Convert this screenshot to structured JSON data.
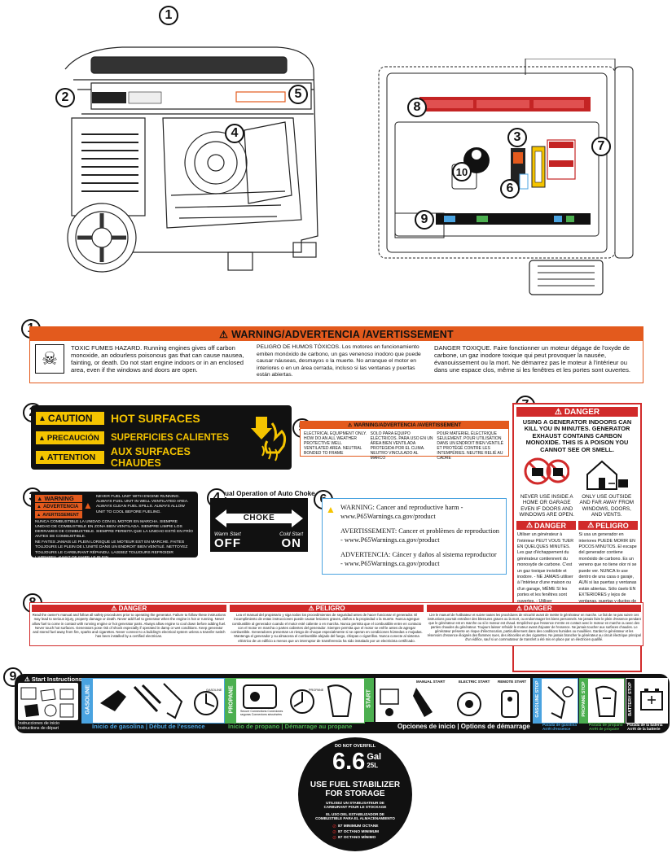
{
  "callouts": {
    "n1": "1",
    "n2": "2",
    "n3": "3",
    "n4": "4",
    "n5": "5",
    "n6": "6",
    "n7": "7",
    "n8": "8",
    "n9": "9",
    "n10": "10"
  },
  "label1": {
    "header": "WARNING/ADVERTENCIA /AVERTISSEMENT",
    "en": "TOXIC FUMES HAZARD. Running engines gives off carbon monoxide, an odourless poisonous gas that can cause nausea, fainting, or death. Do not start engine indoors or in an enclosed area, even if the windows and doors are open.",
    "es": "PELIGRO DE HUMOS TÓXICOS. Los motores en funcionamiento emiten monóxido de carbono, un gas venenoso inodoro que puede causar náuseas, desmayos o la muerte. No arranque el motor en interiores o en un área cerrada, incluso si las ventanas y puertas están abiertas.",
    "fr": "DANGER TOXIQUE. Faire fonctionner un moteur dégage de l'oxyde de carbone, un gaz inodore toxique qui peut provoquer la nausée, évanouissement ou la mort. Ne démarrez pas le moteur à l'intérieur ou dans une espace clos, même si les fenêtres et les portes sont ouvertes."
  },
  "label2": {
    "rows": [
      {
        "tag": "CAUTION",
        "text": "HOT SURFACES"
      },
      {
        "tag": "PRECAUCIÓN",
        "text": "SUPERFICIES CALIENTES"
      },
      {
        "tag": "ATTENTION",
        "text": "AUX SURFACES CHAUDES"
      }
    ]
  },
  "label5": {
    "header": "WARNING/ADVERTENCIA /AVERTISSEMENT",
    "col1": "ELECTRICAL EQUIPMENT ONLY. HOW DO AN ALL WEATHER PROTECTIVE WELL VENTILATED AREA. NEUTRAL BONDED TO FRAME",
    "col2": "SOLO PARA EQUIPO ELÉCTRICOS. PARA USO EN UN ÁREA BIEN VENTILADA PROTEGIDA POR EL CLIMA. NEUTRO VINCULADO AL MARCO",
    "col3": "POUR MATERIEL ÉLECTRIQUE SEULEMENT. POUR UTILISATION DANS UN ENDROIT BIEN VENTILÉ ET PROTÉGÉ CONTRE LES INTEMPÉRIES. NEUTRE RELIÉ AU CADRE"
  },
  "label3": {
    "tags": [
      "WARNING",
      "ADVERTENCIA",
      "AVERTISSEMENT"
    ],
    "en": "NEVER FUEL UNIT WITH ENGINE RUNNING. ALWAYS FUEL UNIT IN WELL VENTILATED AREA. ALWAYS CLEAN FUEL SPILLS. ALWAYS ALLOW UNIT TO COOL BEFORE FUELING.",
    "es": "NUNCA COMBUSTIBLE LA UNIDAD CON EL MOTOR EN MARCHA. SIEMPRE UNIDAD DE COMBUSTIBLE EN ZONA BIEN VENTILADA. SIEMPRE LIMPIE LOS DERRAMES DE COMBUSTIBLE. SIEMPRE PERMITA QUE LA UNIDAD ESTÉ EN FRÍO ANTES DE COMBUSTIBLE.",
    "fr": "NE FAITES JAMAIS LE PLEIN LORSQUE LE MOTEUR EST EN MARCHE. FAITES TOUJOURS LE PLEIN DE L'UNITÉ DANS UN ENDROIT BIEN VENTILÉ. NETTOYEZ TOUJOURS LE CARBURANT RÉPANDU. LAISSEZ TOUJOURS REFROIDIR L'APPAREIL AVANT DE FAIRE LE PLEIN."
  },
  "label4": {
    "title": "ual Operation of Auto Choke",
    "choke": "CHOKE",
    "warm": "Warm Start",
    "cold": "Cold Start",
    "off": "OFF",
    "on": "ON"
  },
  "label6": {
    "en": "WARNING: Cancer and reproductive harm - www.P65Warnings.ca.gov/product",
    "fr": "AVERTISSEMENT: Cancer et problèmes de reproduction - www.P65Warnings.ca.gov/product",
    "es": "ADVERTENCIA: Cáncer y daños al sistema reproductor - www.P65Warnings.ca.gov/product"
  },
  "label7": {
    "header": "DANGER",
    "main": "USING A GENERATOR INDOORS CAN KILL YOU IN MINUTES. GENERATOR EXHAUST CONTAINS CARBON MONOXIDE. THIS IS A POISON YOU CANNOT SEE OR SMELL.",
    "never": "NEVER USE INSIDE A HOME OR GARAGE EVEN IF DOORS AND WINDOWS ARE OPEN.",
    "only": "ONLY USE OUTSIDE AND FAR AWAY FROM WINDOWS, DOORS, AND VENTS.",
    "danger_fr": "DANGER",
    "peligro": "PELIGRO",
    "fr_text": "Utiliser un générateur à l'intérieur PEUT VOUS TUER EN QUELQUES MINUTES. Les gaz d'échappement du générateur contiennent du monoxyde de carbone. C'est un gaz toxique invisible et inodore. - NE JAMAIS utiliser à l'intérieur d'une maison ou d'un garage, MÊME SI les portes et les fenêtres sont ouvertes. - Utiliser UNIQUEMENT à L'EXTÉRIEUR et loin des fenêtres, portes et ventilations.",
    "es_text": "Si usa un generador en interiores PUEDE MORIR EN POCOS MINUTOS. El escape del generador contiene monóxido de carbono. Es un veneno que no tiene olor ni se puede ver. NUNCA lo use dentro de una casa o garaje, AUN si las puertas y ventanas están abiertas. Sólo úselo EN EXTERIORES y lejos de ventanas, puertas y ductos de ventilación."
  },
  "label8": {
    "headers": [
      "DANGER",
      "PELIGRO",
      "DANGER"
    ],
    "en": "Read the owner's manual and follow all safety procedures prior to operating the generator. Failure to follow these instructions may lead to serious injury, property damage or death. Never add fuel to generator when the engine is hot or running. Never allow fuel to come in contact with running engine or hot generator parts. Always allow engine to cool down before adding fuel. Never touch hot surfaces. Generators pose risk of shock especially if operated in damp or wet conditions. Keep generator and stored fuel away from fire, sparks and cigarettes. Never connect to a building's electrical system unless a transfer switch has been installed by a certified electrician.",
    "es": "Lea el manual del propietario y siga todos los procedimientos de seguridad antes de hacer funcionar el generador. El incumplimiento de estas instrucciones puede causar lesiones graves, daños a la propiedad o la muerte. Nunca agregue combustible al generador cuando el motor esté caliente o en marcha. Nunca permita que el combustible entre en contacto con el motor en marcha o partes calientes del generador. Siempre permita que el motor se enfríe antes de agregar combustible. Generadores presentan un riesgo de choque especialmente si se operan en condiciones húmedas o mojadas. Mantenga el generador y su almacena el combustible alejado del fuego, chispas o cigarrillos. Nunca conecte al sistema eléctrico de un edificio a menos que un interruptor de transferencia ha sido instalado por un electricista certificado.",
    "fr": "Lire le manuel de l'utilisateur et suivre toutes les procédures de sécurité avant de mettre le générateur en marche. Le fait de ne pas suivre ces instructions pourrait entraîner des blessures graves ou la mort, ou endommager les biens personnels. Ne jamais faire le plein d'essence pendant que le générateur est en marche ou si le moteur est chaud. Empêchez que l'essence n'entre en contact avec le moteur en marche ou avec des parties chaudes du générateur. Toujours laisser refroidir le moteur avant d'ajouter de l'essence. Ne jamais toucher aux surfaces chaudes. Le générateur présente un risque d'électrocution, particulièrement dans des conditions humides ou mouillées. Gardez le générateur et les réservoirs d'essence éloignés des flammes nues, des étincelles et des cigarettes. Ne jamais brancher le générateur au circuit électrique principal d'un édifice, sauf si un commutateur de transfert a été mis en place par un électricien qualifié."
  },
  "label9": {
    "title": "Start Instructions",
    "s1": "Instrucciones de inicio Instructions de départ",
    "gasoline": "GASOLINE",
    "gas_caption": "Inicio de gasolina | Début de l'essence",
    "propane": "PROPANE",
    "secure": "Secure Connections Conexiones seguras Connexions sécurisées",
    "propane_caption": "Inicio de propano | Démarrage au propane",
    "start": "START",
    "manual": "MANUAL START",
    "electric": "ELECTRIC START",
    "remote": "REMOTE START",
    "options_caption": "Opciones de inicio | Options de démarrage",
    "gas_stop": "GASOLINE STOP",
    "gas_stop_caption": "Parada de gasolina Arrêt d'essence",
    "propane_stop": "PROPANE STOP",
    "propane_stop_caption": "Parada de propano Arrêt de propane",
    "battery_stop": "BATTERY STOP",
    "battery_caption": "Parada de la batería Arrêt de la batterie",
    "gasoline_lbl": "GASOLINE",
    "propane_lbl": "PROPANE"
  },
  "label10": {
    "top": "DO NOT OVERFILL",
    "value": "6.6",
    "gal": "Gal",
    "liters": "25L",
    "line1": "USE FUEL STABILIZER",
    "line2": "FOR STORAGE",
    "fr": "UTILISEZ UN STABILISATEUR DE CARBURANT POUR LE STOCKAGE",
    "es": "EL USO DEL ESTABILIZADOR DE COMBUSTIBLE PARA EL ALMACENAMIENTO",
    "octane1": "87 MINIMUM OCTANE",
    "octane2": "87 OCTANO MINIMUM",
    "octane3": "87 OCTANO MÍNIMO"
  },
  "colors": {
    "orange": "#e35a1d",
    "red": "#d12a2a",
    "yellow": "#f5c400",
    "blue": "#4aa3e0",
    "green": "#4caf50",
    "black": "#111111"
  }
}
